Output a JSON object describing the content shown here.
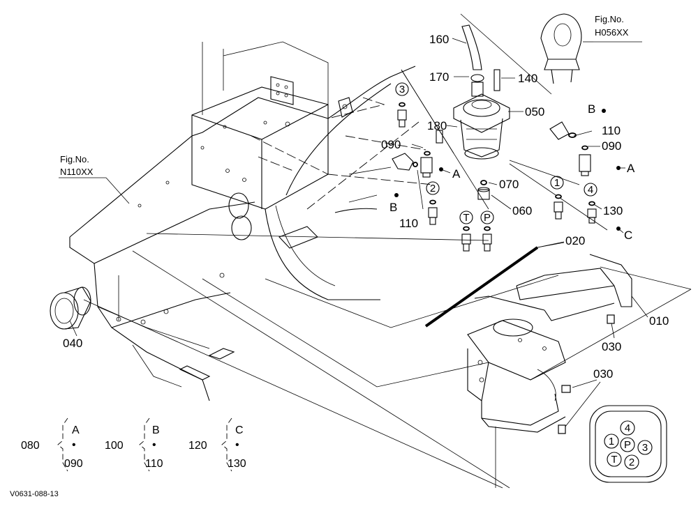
{
  "parts": [
    "160",
    "170",
    "140",
    "050",
    "180",
    "090",
    "110",
    "090",
    "070",
    "060",
    "130",
    "110",
    "020",
    "010",
    "030",
    "030",
    "040"
  ],
  "fig_refs": [
    {
      "label": "Fig.No.",
      "code": "H056XX"
    },
    {
      "label": "Fig.No.",
      "code": "N110XX"
    }
  ],
  "connector_letters": [
    "A",
    "B",
    "A",
    "B",
    "C"
  ],
  "port_labels": [
    "3",
    "2",
    "1",
    "4",
    "T",
    "P"
  ],
  "connector_face_ports": [
    "4",
    "1",
    "P",
    "3",
    "T",
    "2"
  ],
  "groups": [
    {
      "number": "080",
      "top": "A",
      "bottom": "090"
    },
    {
      "number": "100",
      "top": "B",
      "bottom": "110"
    },
    {
      "number": "120",
      "top": "C",
      "bottom": "130"
    }
  ],
  "group_dot": "•",
  "drawing_id": "V0631-088-13"
}
